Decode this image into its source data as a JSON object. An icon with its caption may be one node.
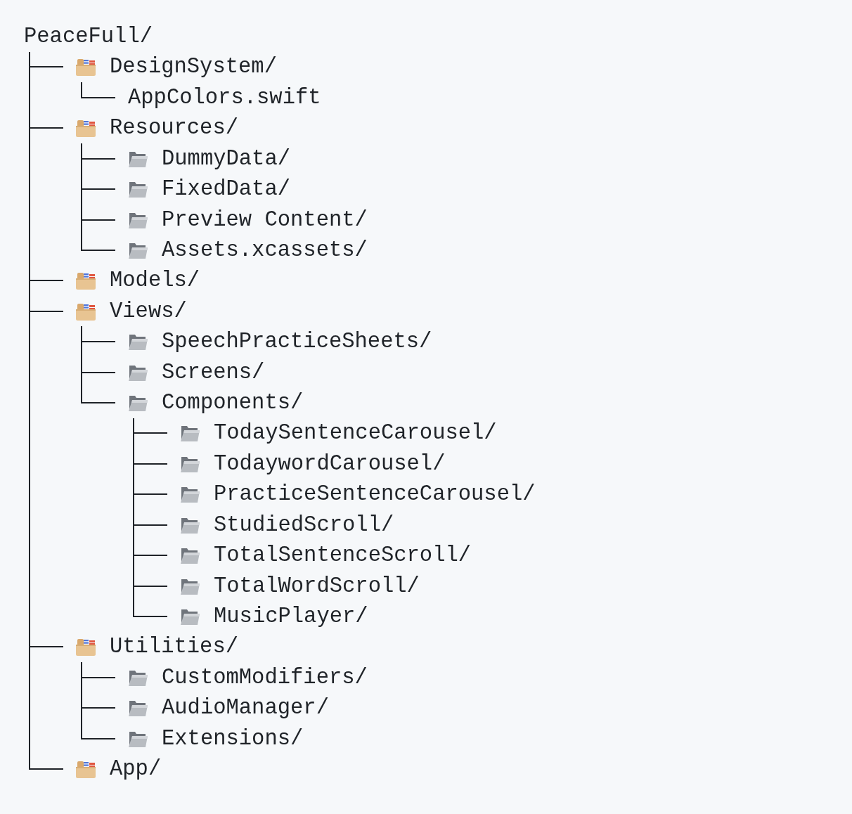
{
  "diagram": {
    "nodes": [
      {
        "text": [
          "PeaceFull/"
        ]
      },
      {
        "text": [
          "DesignSystem/"
        ]
      },
      {
        "text": [
          "AppColors.swift"
        ]
      },
      {
        "text": [
          "Resources/"
        ]
      },
      {
        "text": [
          "DummyData/"
        ]
      },
      {
        "text": [
          "FixedData/"
        ]
      },
      {
        "text": [
          "Preview Content/"
        ]
      },
      {
        "text": [
          "Assets.xcassets/"
        ]
      },
      {
        "text": [
          "Models/"
        ]
      },
      {
        "text": [
          "Views/"
        ]
      },
      {
        "text": [
          "SpeechPracticeSheets/"
        ]
      },
      {
        "text": [
          "Screens/"
        ]
      },
      {
        "text": [
          "Components/"
        ]
      },
      {
        "text": [
          "TodaySentenceCarousel/"
        ]
      },
      {
        "text": [
          "TodaywordCarousel/"
        ]
      },
      {
        "text": [
          "PracticeSentenceCarousel/"
        ]
      },
      {
        "text": [
          "StudiedScroll/"
        ]
      },
      {
        "text": [
          "TotalSentenceScroll/"
        ]
      },
      {
        "text": [
          "TotalWordScroll/"
        ]
      },
      {
        "text": [
          "MusicPlayer/"
        ]
      },
      {
        "text": [
          "Utilities/"
        ]
      },
      {
        "text": [
          "CustomModifiers/"
        ]
      },
      {
        "text": [
          "AudioManager/"
        ]
      },
      {
        "text": [
          "Extensions/"
        ]
      },
      {
        "text": [
          "App/"
        ]
      }
    ],
    "edges": [
      {
        "from": 0,
        "to": 1,
        "arrow": "none"
      },
      {
        "from": 1,
        "to": 2,
        "arrow": "none"
      },
      {
        "from": 0,
        "to": 3,
        "arrow": "none"
      },
      {
        "from": 3,
        "to": 4,
        "arrow": "none"
      },
      {
        "from": 3,
        "to": 5,
        "arrow": "none"
      },
      {
        "from": 3,
        "to": 6,
        "arrow": "none"
      },
      {
        "from": 3,
        "to": 7,
        "arrow": "none"
      },
      {
        "from": 0,
        "to": 8,
        "arrow": "none"
      },
      {
        "from": 0,
        "to": 9,
        "arrow": "none"
      },
      {
        "from": 9,
        "to": 10,
        "arrow": "none"
      },
      {
        "from": 9,
        "to": 11,
        "arrow": "none"
      },
      {
        "from": 9,
        "to": 12,
        "arrow": "none"
      },
      {
        "from": 12,
        "to": 13,
        "arrow": "none"
      },
      {
        "from": 12,
        "to": 14,
        "arrow": "none"
      },
      {
        "from": 12,
        "to": 15,
        "arrow": "none"
      },
      {
        "from": 12,
        "to": 16,
        "arrow": "none"
      },
      {
        "from": 12,
        "to": 17,
        "arrow": "none"
      },
      {
        "from": 12,
        "to": 18,
        "arrow": "none"
      },
      {
        "from": 12,
        "to": 19,
        "arrow": "none"
      },
      {
        "from": 0,
        "to": 20,
        "arrow": "none"
      },
      {
        "from": 20,
        "to": 21,
        "arrow": "none"
      },
      {
        "from": 20,
        "to": 22,
        "arrow": "none"
      },
      {
        "from": 20,
        "to": 23,
        "arrow": "none"
      },
      {
        "from": 0,
        "to": 24,
        "arrow": "none"
      }
    ]
  }
}
